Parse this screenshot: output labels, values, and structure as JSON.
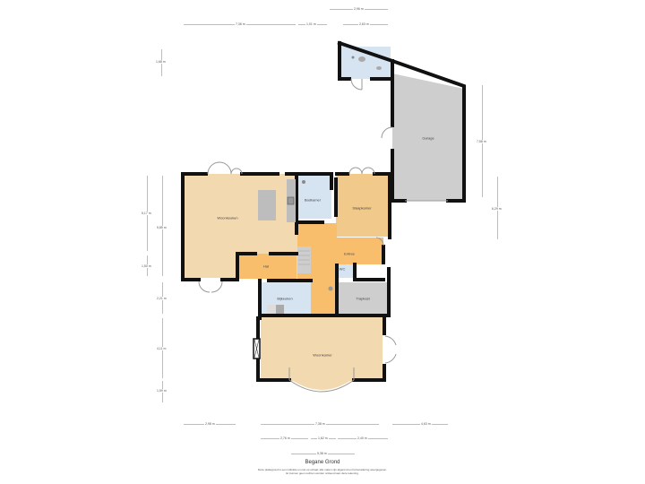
{
  "plan": {
    "title": "Begane Grond",
    "disclaimer_line1": "Deze plattegrond is een indicatie en niet op schaal; alle maten zijn afgerond en bij benadering weergegeven.",
    "disclaimer_line2": "Er kunnen geen rechten worden ontleend aan deze tekening."
  },
  "rooms": {
    "woonkeuken": "Woonkeuken",
    "hal": "Hal",
    "badkamer": "Badkamer",
    "slaapkamer": "Slaapkamer",
    "entree": "Entree",
    "wc": "WC",
    "bijkeuken": "Bijkeuken",
    "trapkast": "Trapkast",
    "woonkamer": "Woonkamer",
    "garage": "Garage"
  },
  "dimensions": {
    "top_row1": "2,96 m",
    "top_a": "7,36 m",
    "top_b": "1,01 m",
    "top_c": "2,63 m",
    "left_top": "1,68 m",
    "left_a": "5,17 m",
    "left_b": "1,50 m",
    "left_c": "5,85 m",
    "left_d": "2,21 m",
    "left_e": "4,11 m",
    "left_f": "1,59 m",
    "right_a": "7,58 m",
    "right_b": "6,29 m",
    "bottom_a": "2,98 m",
    "bottom_b": "7,38 m",
    "bottom_c": "4,63 m",
    "bottom_d": "2,76 m",
    "bottom_e": "1,62 m",
    "bottom_f": "2,40 m",
    "bottom_g": "5,38 m"
  },
  "colors": {
    "woonkeuken": "#f3d9b0",
    "hal": "#f9be6c",
    "badkamer": "#d6e4f2",
    "slaapkamer": "#f1c98a",
    "entree": "#f9be6c",
    "grey": "#cecece",
    "wall": "#111111"
  }
}
